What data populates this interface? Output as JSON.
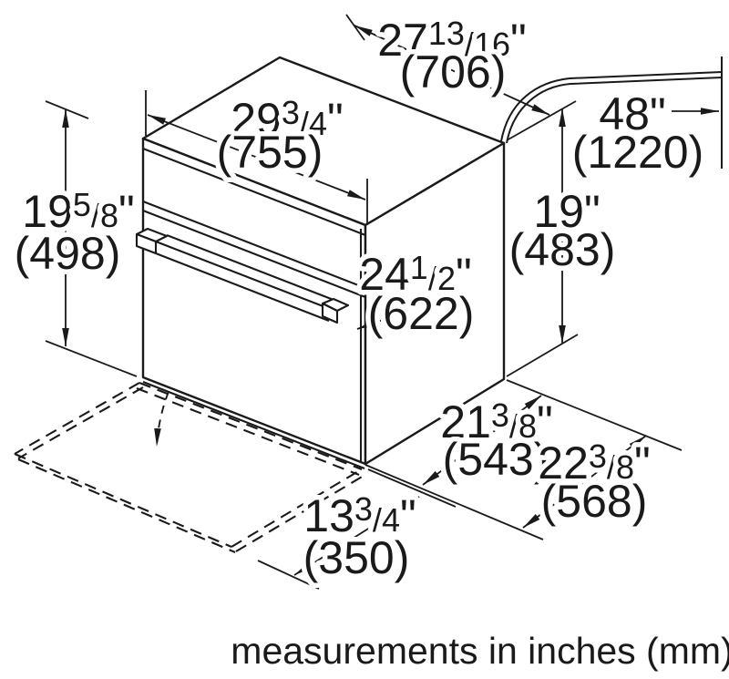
{
  "diagram": {
    "kind": "appliance installation dimension drawing",
    "subject": "built-in oven with open-door floor projection and power cord"
  },
  "colors": {
    "line": "#1a1a1a",
    "background": "#ffffff"
  },
  "dims": {
    "depth_top": {
      "whole": "27",
      "num": "13",
      "slash": "/",
      "den": "16",
      "inch": "\"",
      "mm": "(706)"
    },
    "width": {
      "whole": "29",
      "num": "3",
      "slash": "/",
      "den": "4",
      "inch": "\"",
      "mm": "(755)"
    },
    "cord_length": {
      "whole": "48",
      "num": "",
      "slash": "",
      "den": "",
      "inch": "\"",
      "mm": "(1220)"
    },
    "height_left": {
      "whole": "19",
      "num": "5",
      "slash": "/",
      "den": "8",
      "inch": "\"",
      "mm": "(498)"
    },
    "height_right": {
      "whole": "19",
      "num": "",
      "slash": "",
      "den": "",
      "inch": "\"",
      "mm": "(483)"
    },
    "handle_width": {
      "whole": "24",
      "num": "1",
      "slash": "/",
      "den": "2",
      "inch": "\"",
      "mm": "(622)"
    },
    "depth_bottom": {
      "whole": "21",
      "num": "3",
      "slash": "/",
      "den": "8",
      "inch": "\"",
      "mm": "(543)"
    },
    "depth_total": {
      "whole": "22",
      "num": "3",
      "slash": "/",
      "den": "8",
      "inch": "\"",
      "mm": "(568)"
    },
    "door_projection": {
      "whole": "13",
      "num": "3",
      "slash": "/",
      "den": "4",
      "inch": "\"",
      "mm": "(350)"
    }
  },
  "footer": {
    "note": "measurements in inches (mm)"
  }
}
